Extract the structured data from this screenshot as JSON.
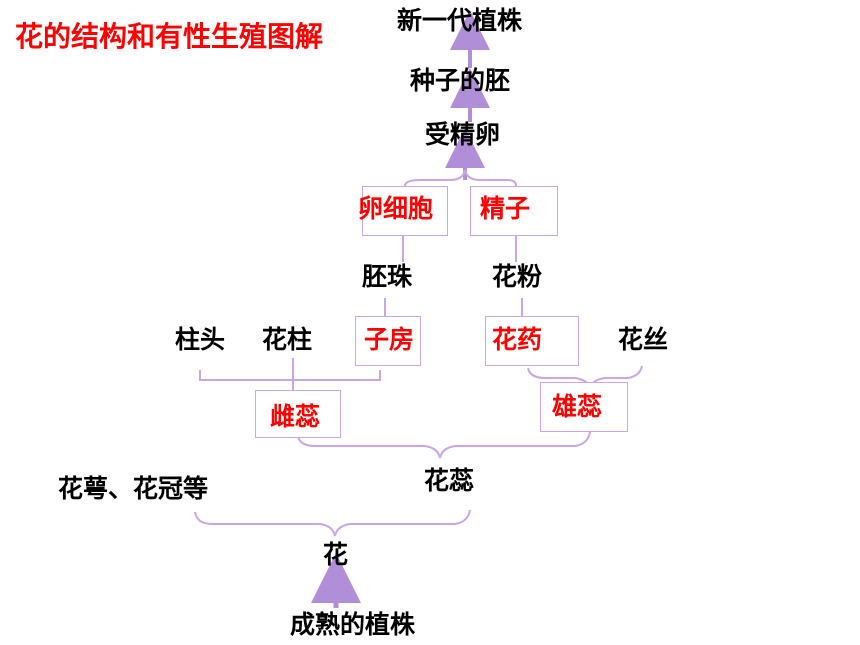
{
  "title": "花的结构和有性生殖图解",
  "nodes": {
    "new_plant": "新一代植株",
    "embryo": "种子的胚",
    "fertilized_egg": "受精卵",
    "egg_cell": "卵细胞",
    "sperm": "精子",
    "ovule": "胚珠",
    "pollen": "花粉",
    "stigma": "柱头",
    "style": "花柱",
    "ovary": "子房",
    "anther": "花药",
    "filament": "花丝",
    "pistil": "雌蕊",
    "stamen": "雄蕊",
    "calyx_corolla": "花萼、花冠等",
    "stamen_pistil": "花蕊",
    "flower": "花",
    "mature_plant": "成熟的植株"
  },
  "colors": {
    "highlight": "#ff0000",
    "text": "#000000",
    "line": "#c9a6e6",
    "arrow": "#b08fd8"
  }
}
